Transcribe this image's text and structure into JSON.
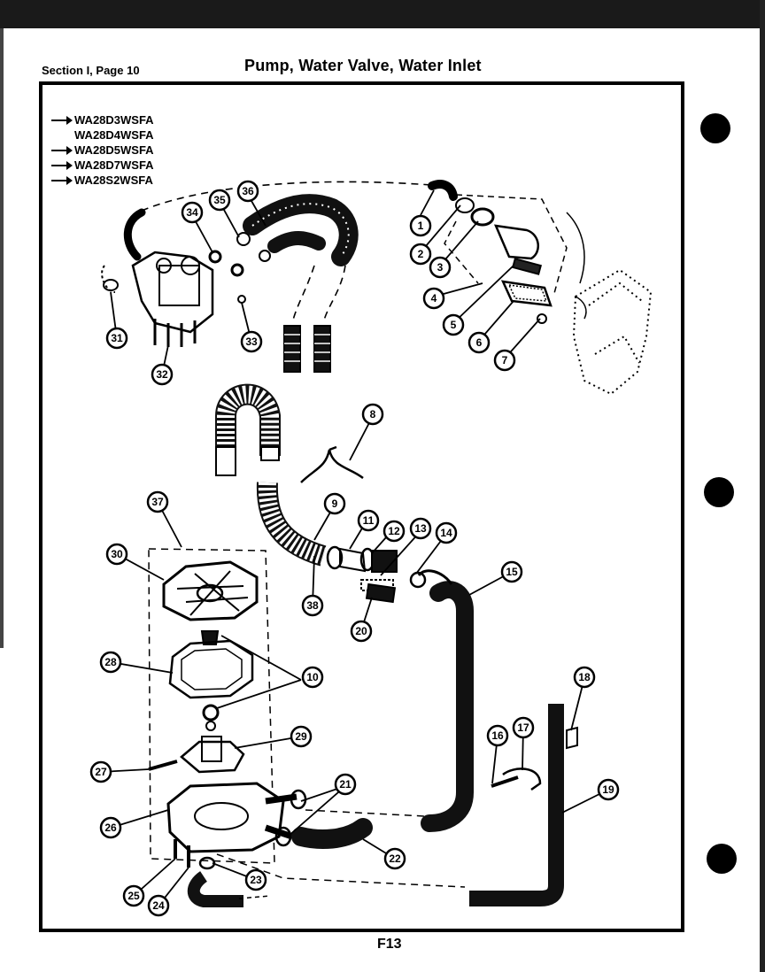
{
  "header": {
    "section": "Section I, Page 10",
    "title": "Pump, Water Valve, Water Inlet"
  },
  "models": [
    {
      "code": "WA28D3WSFA",
      "arrow": true
    },
    {
      "code": "WA28D4WSFA",
      "arrow": false
    },
    {
      "code": "WA28D5WSFA",
      "arrow": true
    },
    {
      "code": "WA28D7WSFA",
      "arrow": true
    },
    {
      "code": "WA28S2WSFA",
      "arrow": true
    }
  ],
  "callouts": [
    "1",
    "2",
    "3",
    "4",
    "5",
    "6",
    "7",
    "8",
    "9",
    "10",
    "11",
    "12",
    "13",
    "14",
    "15",
    "16",
    "17",
    "18",
    "19",
    "20",
    "21",
    "22",
    "23",
    "24",
    "25",
    "26",
    "27",
    "28",
    "29",
    "30",
    "31",
    "32",
    "33",
    "34",
    "35",
    "36",
    "37",
    "38"
  ],
  "footer": {
    "code": "F13"
  }
}
